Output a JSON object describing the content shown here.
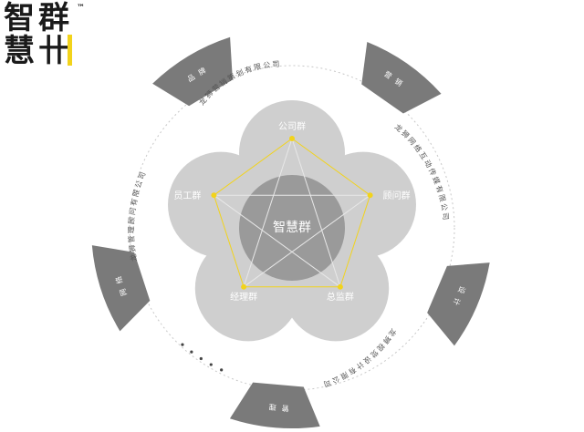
{
  "logo": {
    "chars": [
      "智",
      "群",
      "慧",
      "卄"
    ],
    "tm": "™",
    "accent_color": "#f2d31b"
  },
  "center": {
    "label": "智慧群"
  },
  "groups": [
    "公司群",
    "顾问群",
    "总监群",
    "经理群",
    "员工群"
  ],
  "outer_tabs": [
    "品牌",
    "营销",
    "设计",
    "管理",
    "网络"
  ],
  "arc_texts": [
    "龙狮营销策划有限公司",
    "龙狮网络互动传媒有限公司",
    "龙狮视觉设计有限公司",
    "龙狮管理顾问有限公司"
  ],
  "colors": {
    "circle": "#cfcfcf",
    "overlap": "#9a9a9a",
    "tab": "#7a7a7a",
    "accent": "#f2d31b",
    "text_light": "#ffffff",
    "text_dark": "#555555"
  }
}
